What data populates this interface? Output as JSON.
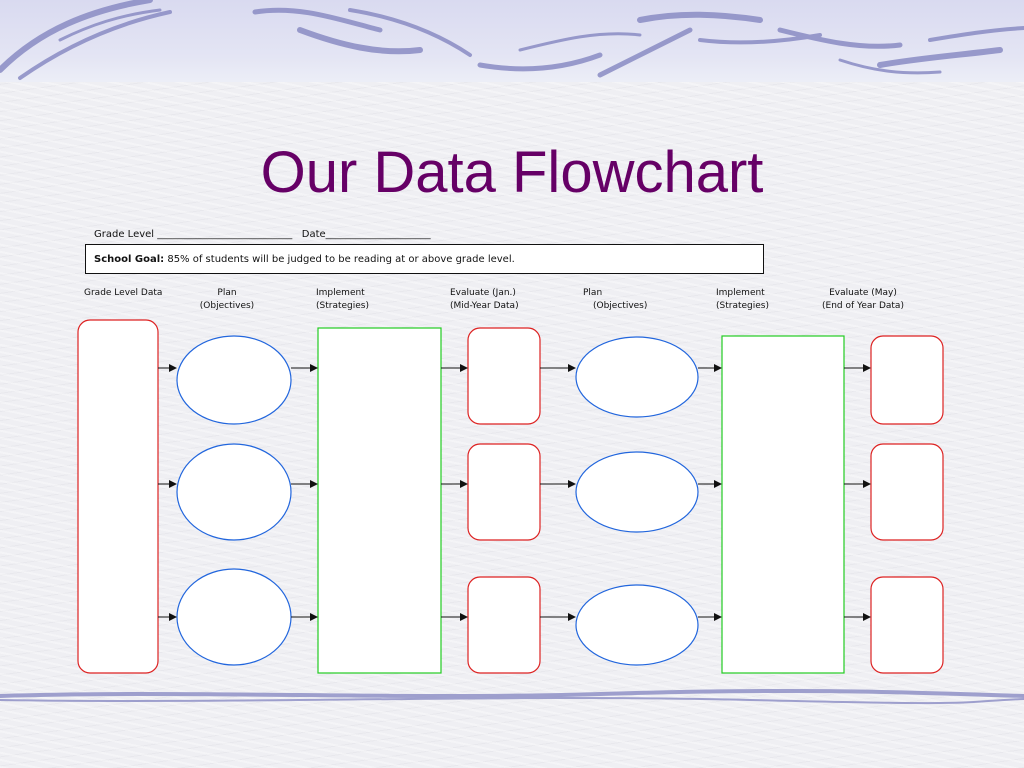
{
  "slide": {
    "title": "Our Data Flowchart"
  },
  "form": {
    "grade_level_line": "Grade Level ___________________________   Date_____________________",
    "school_goal_label": "School Goal:",
    "school_goal_text": " 85% of students will be judged to be reading at or above grade level."
  },
  "columns": [
    {
      "line1": "Grade Level Data",
      "line2": ""
    },
    {
      "line1": "Plan",
      "line2": "(Objectives)"
    },
    {
      "line1": "Implement",
      "line2": "(Strategies)"
    },
    {
      "line1": "Evaluate (Jan.)",
      "line2": "(Mid-Year Data)"
    },
    {
      "line1": "Plan",
      "line2": "(Objectives)"
    },
    {
      "line1": "Implement",
      "line2": "(Strategies)"
    },
    {
      "line1": "Evaluate (May)",
      "line2": "(End of Year Data)"
    }
  ],
  "colors": {
    "title": "#660066",
    "data_box_border": "#dd2222",
    "plan_ellipse_border": "#2266dd",
    "strategy_box_border": "#22cc22",
    "arrow": "#111111",
    "banner_stroke": "#8a8cc4"
  },
  "diagram": {
    "rows": 3,
    "shape_kinds": [
      "rounded-rect",
      "ellipse",
      "rect",
      "rounded-rect",
      "ellipse",
      "rect",
      "rounded-rect"
    ]
  }
}
